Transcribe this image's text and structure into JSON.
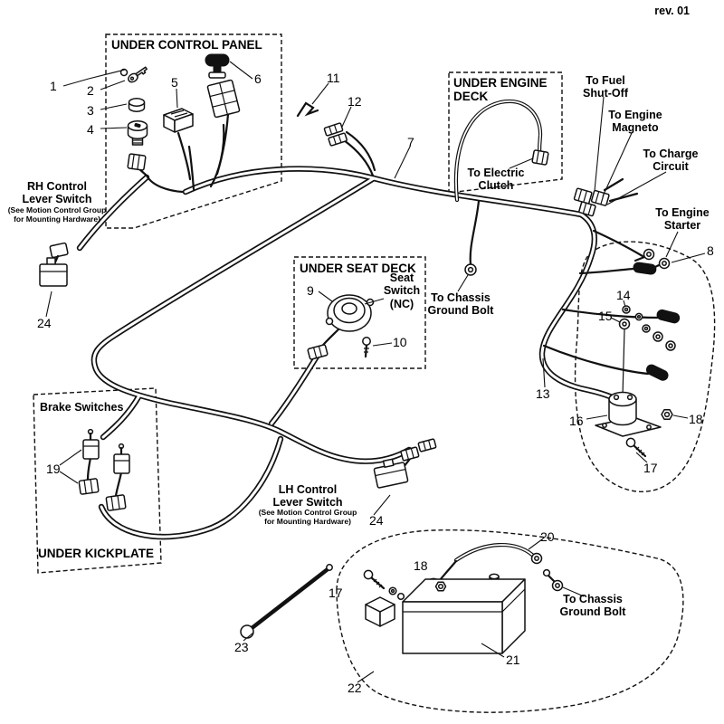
{
  "meta": {
    "revision": "rev. 01"
  },
  "sections": {
    "control_panel": "UNDER CONTROL PANEL",
    "engine_deck": "UNDER ENGINE\nDECK",
    "seat_deck": "UNDER SEAT DECK",
    "kickplate": "UNDER KICKPLATE",
    "brake": "Brake Switches"
  },
  "annotations": {
    "rh_title": "RH Control\nLever Switch",
    "rh_note": "(See Motion Control Group\nfor Mounting Hardware)",
    "lh_title": "LH Control\nLever Switch",
    "lh_note": "(See Motion Control Group\nfor Mounting Hardware)",
    "electric_clutch": "To Electric\nClutch",
    "fuel_shutoff": "To Fuel\nShut-Off",
    "engine_magneto": "To Engine\nMagneto",
    "charge_circuit": "To Charge\nCircuit",
    "engine_starter": "To Engine\nStarter",
    "chassis_ground_mid": "To Chassis\nGround Bolt",
    "chassis_ground_bottom": "To Chassis\nGround Bolt",
    "seat_switch": "Seat\nSwitch\n(NC)"
  },
  "callouts": {
    "c1": "1",
    "c2": "2",
    "c3": "3",
    "c4": "4",
    "c5": "5",
    "c6": "6",
    "c7": "7",
    "c8": "8",
    "c9": "9",
    "c10": "10",
    "c11": "11",
    "c12": "12",
    "c13": "13",
    "c14": "14",
    "c15": "15",
    "c16": "16",
    "c17a": "17",
    "c17b": "17",
    "c18a": "18",
    "c18b": "18",
    "c19": "19",
    "c20": "20",
    "c21": "21",
    "c22": "22",
    "c23": "23",
    "c24a": "24",
    "c24b": "24"
  }
}
